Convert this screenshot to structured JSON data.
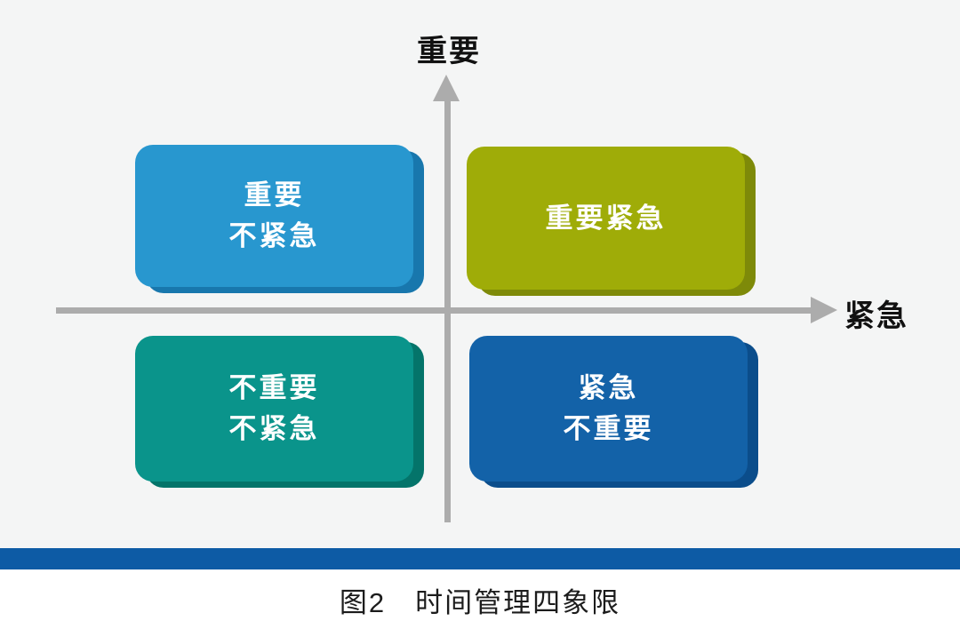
{
  "axes": {
    "y_label": "重要",
    "x_label": "紧急",
    "line_color": "#ACACAC"
  },
  "quadrants": [
    {
      "id": "important-not-urgent",
      "position": "top-left",
      "lines": [
        "重要",
        "不紧急"
      ],
      "color": "#2897CF",
      "edge_color": "#1877AD"
    },
    {
      "id": "important-urgent",
      "position": "top-right",
      "lines": [
        "重要紧急"
      ],
      "color": "#9FAC08",
      "edge_color": "#7E8A09"
    },
    {
      "id": "not-important-not-urgent",
      "position": "bottom-left",
      "lines": [
        "不重要",
        "不紧急"
      ],
      "color": "#0A948B",
      "edge_color": "#04746A"
    },
    {
      "id": "urgent-not-important",
      "position": "bottom-right",
      "lines": [
        "紧急",
        "不重要"
      ],
      "color": "#1362A8",
      "edge_color": "#0B4D8B"
    }
  ],
  "footer": {
    "bar_color": "#0D5BA5",
    "caption": "图2　时间管理四象限"
  },
  "background_color": "#F4F5F5"
}
